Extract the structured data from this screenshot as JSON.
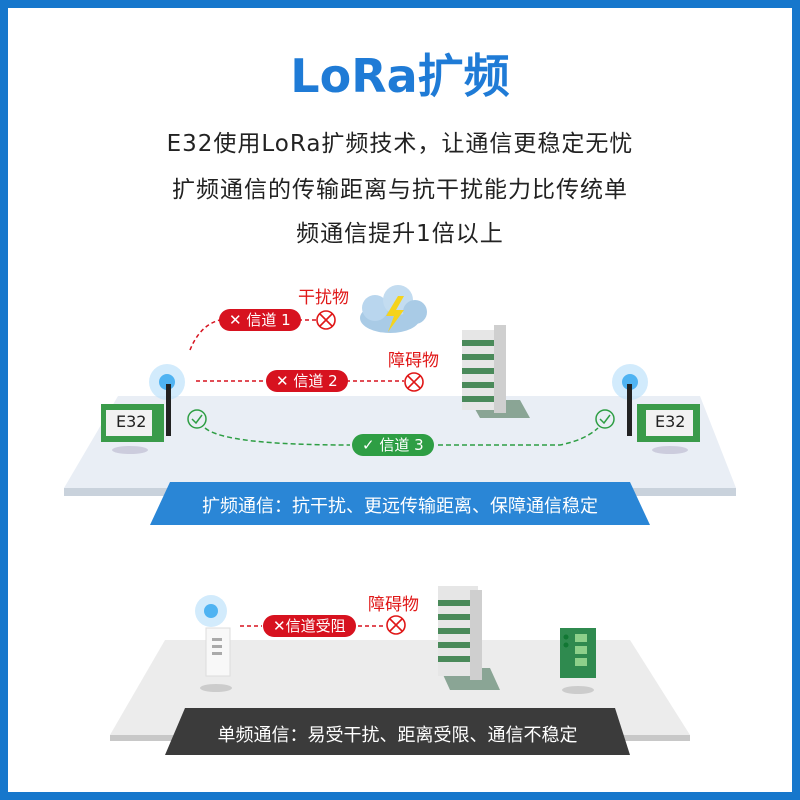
{
  "title": "LoRa扩频",
  "description": [
    "E32使用LoRa扩频技术，让通信更稳定无忧",
    "扩频通信的传输距离与抗干扰能力比传统单",
    "频通信提升1倍以上"
  ],
  "spread": {
    "module_label": "E32",
    "channel1": "信道 1",
    "channel2": "信道 2",
    "channel3": "信道 3",
    "interference": "干扰物",
    "obstacle": "障碍物",
    "banner": "扩频通信：抗干扰、更远传输距离、保障通信稳定"
  },
  "single": {
    "channel": "信道受阻",
    "obstacle": "障碍物",
    "banner": "单频通信：易受干扰、距离受限、通信不稳定"
  },
  "colors": {
    "frame": "#1677cc",
    "red": "#d7121f",
    "green": "#2e9e44",
    "blue_banner": "#2a86d6",
    "dark_banner": "#3b3b3b"
  }
}
